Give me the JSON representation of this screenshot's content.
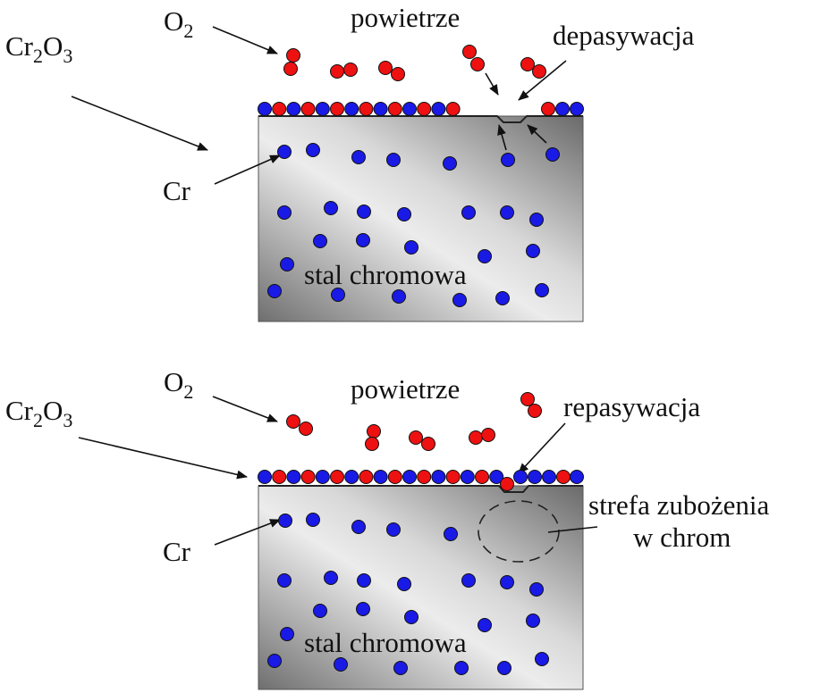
{
  "colors": {
    "cr_atom": "#1a1ae6",
    "o_atom": "#ee1111",
    "steel_dark": "#7a7a7a",
    "steel_light": "#e6e6e6",
    "arrow": "#111111"
  },
  "panels": [
    {
      "oxide": {
        "base": "Cr",
        "sub1": "2",
        "mid": "O",
        "sub2": "3"
      },
      "o2": {
        "base": "O",
        "sub": "2"
      },
      "air": "powietrze",
      "process": "depasywacja",
      "cr": "Cr",
      "steel": "stal chromowa"
    },
    {
      "oxide": {
        "base": "Cr",
        "sub1": "2",
        "mid": "O",
        "sub2": "3"
      },
      "o2": {
        "base": "O",
        "sub": "2"
      },
      "air": "powietrze",
      "process": "repasywacja",
      "cr": "Cr",
      "steel": "stal chromowa",
      "zone_line1": "strefa zubożenia",
      "zone_line2": "w chrom"
    }
  ]
}
